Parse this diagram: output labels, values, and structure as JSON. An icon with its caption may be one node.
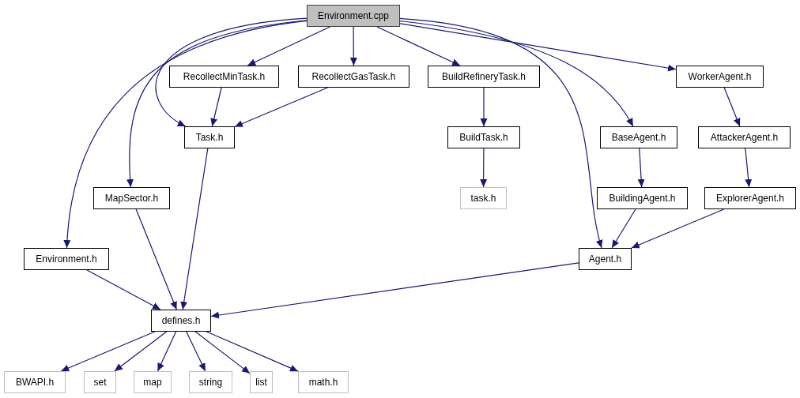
{
  "diagram": {
    "nodes": [
      {
        "text": [
          "Environment.cpp"
        ]
      },
      {
        "text": [
          "RecollectMinTask.h"
        ]
      },
      {
        "text": [
          "RecollectGasTask.h"
        ]
      },
      {
        "text": [
          "BuildRefineryTask.h"
        ]
      },
      {
        "text": [
          "WorkerAgent.h"
        ]
      },
      {
        "text": [
          "Task.h"
        ]
      },
      {
        "text": [
          "BuildTask.h"
        ]
      },
      {
        "text": [
          "BaseAgent.h"
        ]
      },
      {
        "text": [
          "AttackerAgent.h"
        ]
      },
      {
        "text": [
          "MapSector.h"
        ]
      },
      {
        "text": [
          "task.h"
        ]
      },
      {
        "text": [
          "BuildingAgent.h"
        ]
      },
      {
        "text": [
          "ExplorerAgent.h"
        ]
      },
      {
        "text": [
          "Environment.h"
        ]
      },
      {
        "text": [
          "Agent.h"
        ]
      },
      {
        "text": [
          "defines.h"
        ]
      },
      {
        "text": [
          "BWAPI.h"
        ]
      },
      {
        "text": [
          "set"
        ]
      },
      {
        "text": [
          "map"
        ]
      },
      {
        "text": [
          "string"
        ]
      },
      {
        "text": [
          "list"
        ]
      },
      {
        "text": [
          "math.h"
        ]
      }
    ],
    "edges": [
      {
        "from": 0,
        "to": 1,
        "arrow": "to"
      },
      {
        "from": 0,
        "to": 2,
        "arrow": "to"
      },
      {
        "from": 0,
        "to": 3,
        "arrow": "to"
      },
      {
        "from": 0,
        "to": 4,
        "arrow": "to"
      },
      {
        "from": 0,
        "to": 5,
        "arrow": "to"
      },
      {
        "from": 0,
        "to": 9,
        "arrow": "to"
      },
      {
        "from": 0,
        "to": 13,
        "arrow": "to"
      },
      {
        "from": 0,
        "to": 14,
        "arrow": "to"
      },
      {
        "from": 0,
        "to": 7,
        "arrow": "to"
      },
      {
        "from": 1,
        "to": 5,
        "arrow": "to"
      },
      {
        "from": 2,
        "to": 5,
        "arrow": "to"
      },
      {
        "from": 3,
        "to": 6,
        "arrow": "to"
      },
      {
        "from": 6,
        "to": 10,
        "arrow": "to"
      },
      {
        "from": 4,
        "to": 8,
        "arrow": "to"
      },
      {
        "from": 8,
        "to": 12,
        "arrow": "to"
      },
      {
        "from": 7,
        "to": 11,
        "arrow": "to"
      },
      {
        "from": 11,
        "to": 14,
        "arrow": "to"
      },
      {
        "from": 12,
        "to": 14,
        "arrow": "to"
      },
      {
        "from": 5,
        "to": 15,
        "arrow": "to"
      },
      {
        "from": 9,
        "to": 15,
        "arrow": "to"
      },
      {
        "from": 13,
        "to": 15,
        "arrow": "to"
      },
      {
        "from": 14,
        "to": 15,
        "arrow": "to"
      },
      {
        "from": 15,
        "to": 16,
        "arrow": "to"
      },
      {
        "from": 15,
        "to": 17,
        "arrow": "to"
      },
      {
        "from": 15,
        "to": 18,
        "arrow": "to"
      },
      {
        "from": 15,
        "to": 19,
        "arrow": "to"
      },
      {
        "from": 15,
        "to": 20,
        "arrow": "to"
      },
      {
        "from": 15,
        "to": 21,
        "arrow": "to"
      }
    ]
  }
}
